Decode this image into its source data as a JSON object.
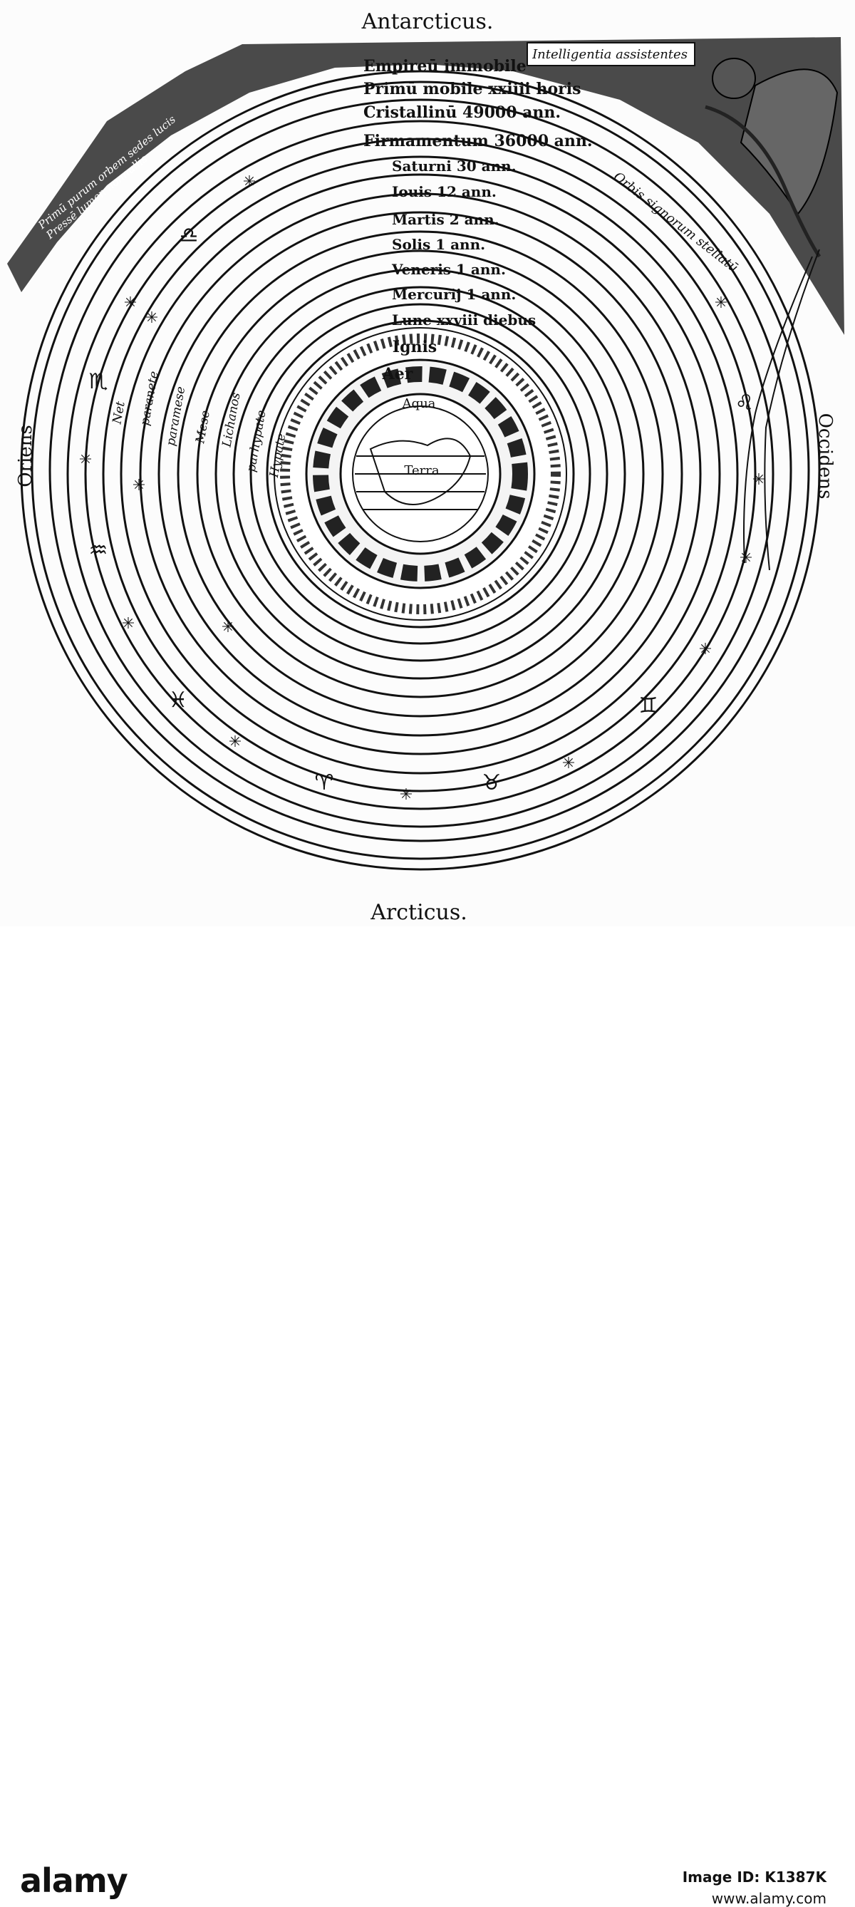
{
  "labels": {
    "top": "Antarcticus.",
    "bottom": "Arcticus.",
    "left": "Oriens",
    "right": "Occidens",
    "corner": "Intelligentia assistentes",
    "corner_left_1": "Primū purum orbem sedes lucis",
    "corner_left_2": "Pressē lumen nonnullis"
  },
  "spheres": [
    "Empireū immobile",
    "Primū mobile xxiiii horis",
    "Cristallinū 49000 ann.",
    "Firmamentum 36000 ann.",
    "Saturni 30 ann.",
    "Iouis 12 ann.",
    "Martis 2 ann.",
    "Solis 1 ann.",
    "Veneris 1 ann.",
    "Mercurij 1 ann.",
    "Lune xxviii diebus"
  ],
  "elements": {
    "fire": "Ignis",
    "air": "Aer",
    "water": "Aqua",
    "earth": "Terra"
  },
  "zodiac_right": "Orbis signorum stellatū",
  "music_notes": [
    "Net",
    "paranete",
    "paramese",
    "Mese",
    "Lichanos",
    "parhypate",
    "Hypate"
  ],
  "footer": {
    "brand": "alamy",
    "image_id": "Image ID: K1387K",
    "url": "www.alamy.com"
  }
}
